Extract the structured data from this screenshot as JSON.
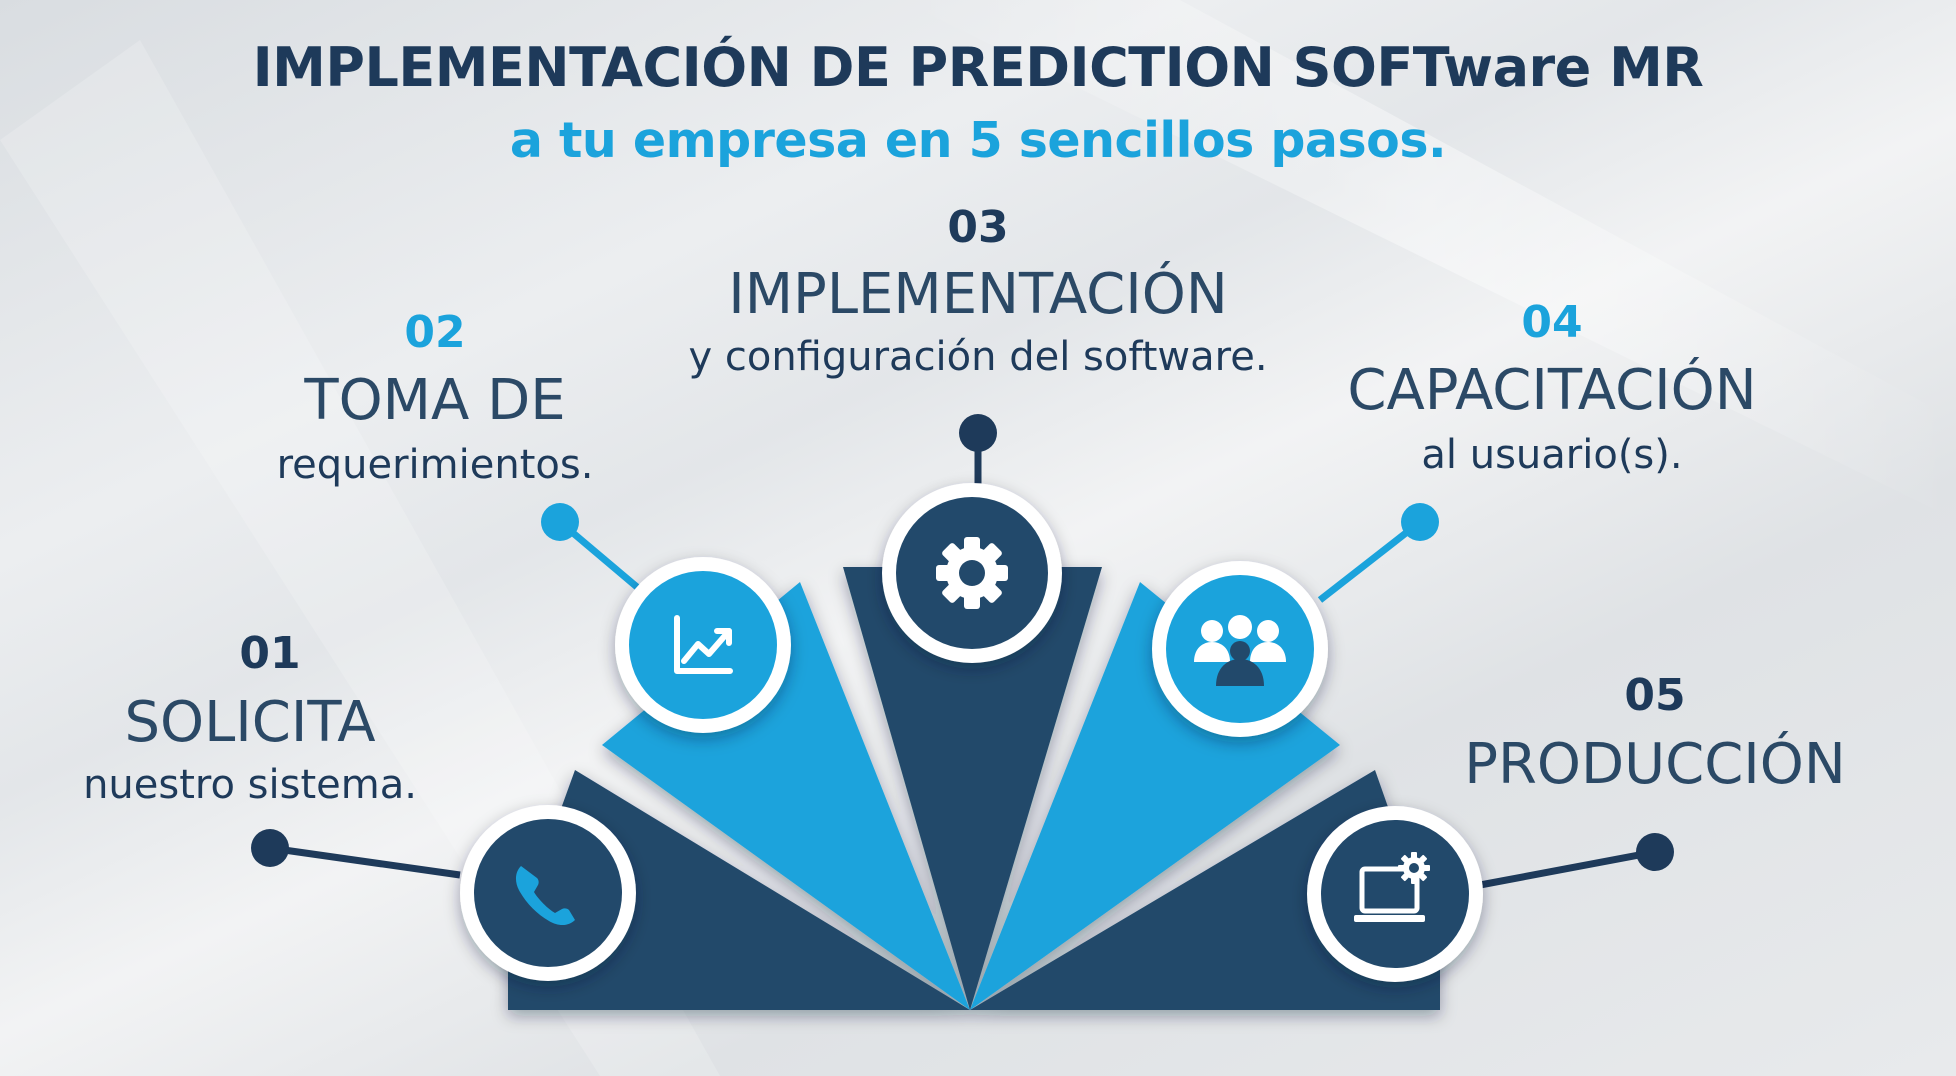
{
  "title": {
    "line1": "IMPLEMENTACIÓN DE PREDICTION SOFTware MR",
    "line2": "a tu empresa en 5 sencillos pasos."
  },
  "colors": {
    "dark": "#1e3a5a",
    "blue": "#1ba3dc",
    "white": "#ffffff",
    "background": "#e6e8eb"
  },
  "steps": [
    {
      "number": "01",
      "heading": "SOLICITA",
      "subtitle": "nuestro sistema.",
      "icon": "phone-icon",
      "color": "dark"
    },
    {
      "number": "02",
      "heading": "TOMA DE",
      "subtitle": "requerimientos.",
      "icon": "chart-growth-icon",
      "color": "blue"
    },
    {
      "number": "03",
      "heading": "IMPLEMENTACIÓN",
      "subtitle": "y configuración del software.",
      "icon": "gear-icon",
      "color": "dark"
    },
    {
      "number": "04",
      "heading": "CAPACITACIÓN",
      "subtitle": "al usuario(s).",
      "icon": "users-group-icon",
      "color": "blue"
    },
    {
      "number": "05",
      "heading": "PRODUCCIÓN",
      "subtitle": "",
      "icon": "laptop-settings-icon",
      "color": "dark"
    }
  ]
}
